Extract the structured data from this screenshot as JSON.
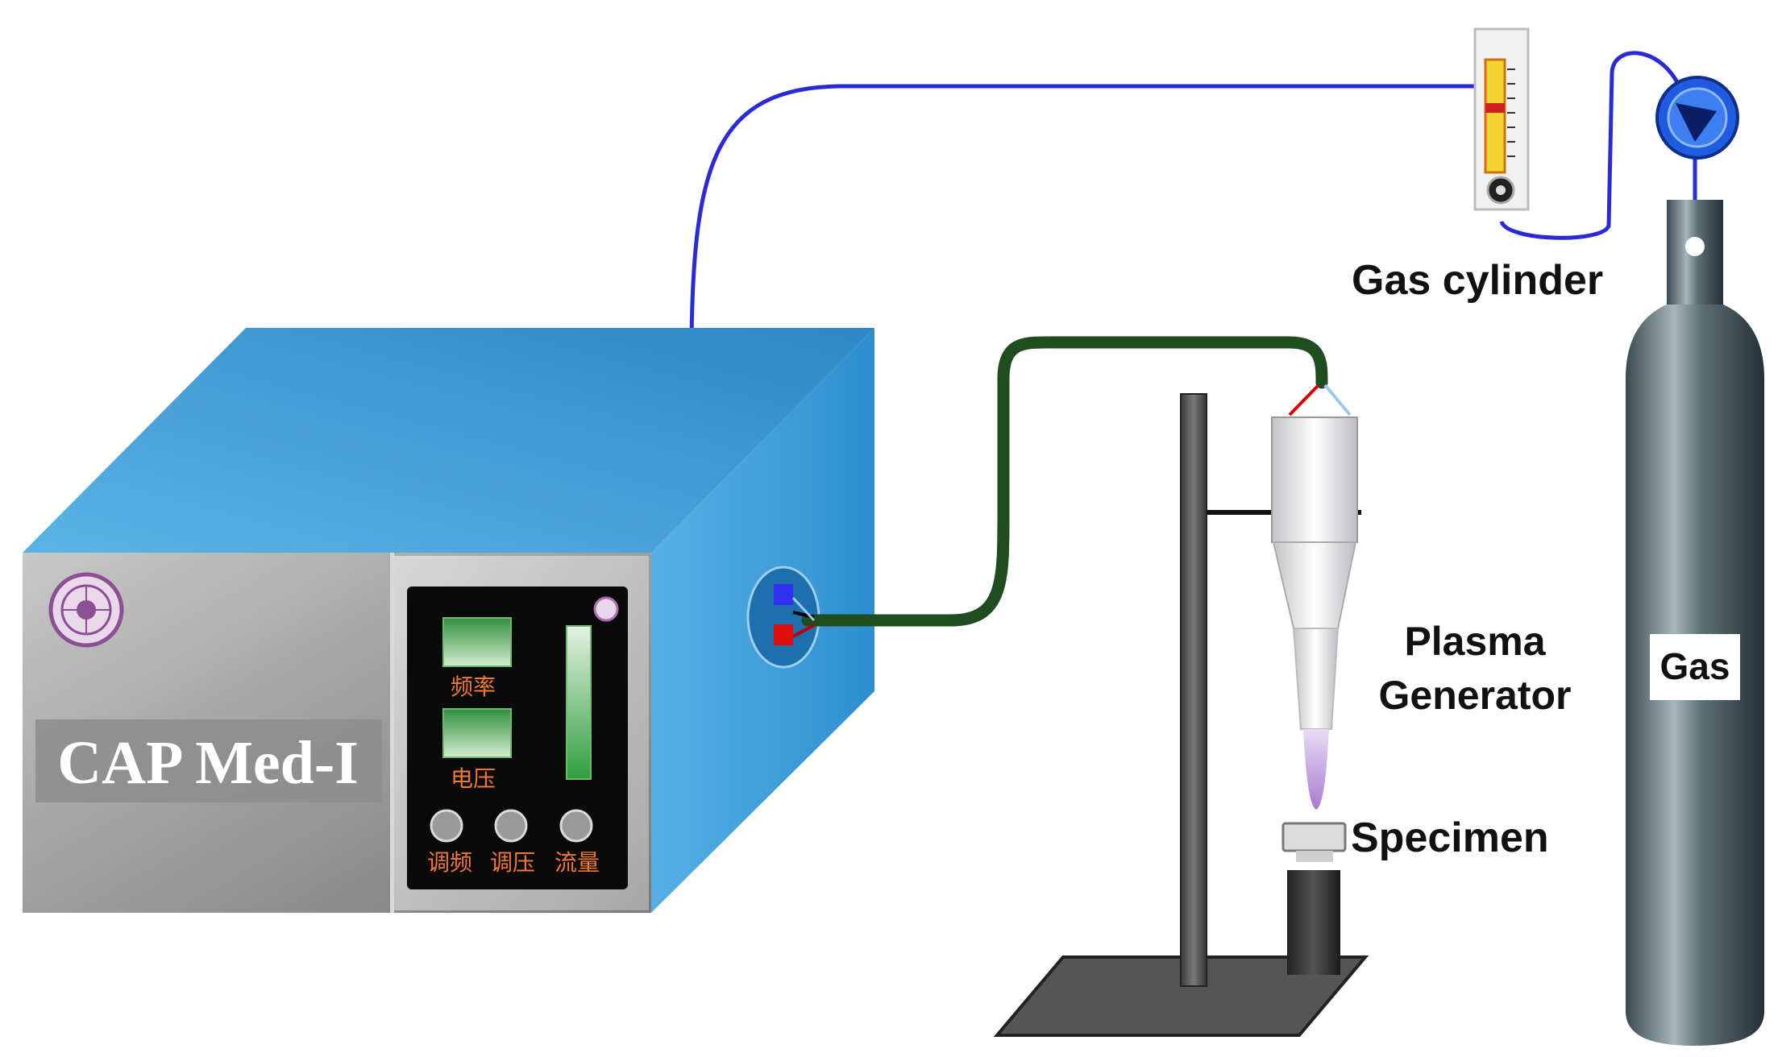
{
  "device": {
    "name": "CAP Med-I",
    "display_labels": [
      "频率",
      "电压"
    ],
    "knob_labels": [
      "调频",
      "调压",
      "流量"
    ]
  },
  "labels": {
    "gas_cylinder": "Gas cylinder",
    "plasma_line1": "Plasma",
    "plasma_line2": "Generator",
    "specimen": "Specimen",
    "gas": "Gas"
  },
  "colors": {
    "device_front": "#9a9a9a",
    "device_top": "#4aa3d8",
    "device_side": "#3d9ad6",
    "gas_tube": "#2a2ad8",
    "cable": "#1f4d1f",
    "cylinder": "#4a5a62",
    "plume": "#b78fd8"
  },
  "icons": {
    "logo": "university-seal-icon",
    "valve": "check-valve-icon",
    "flowmeter": "flowmeter-icon"
  }
}
